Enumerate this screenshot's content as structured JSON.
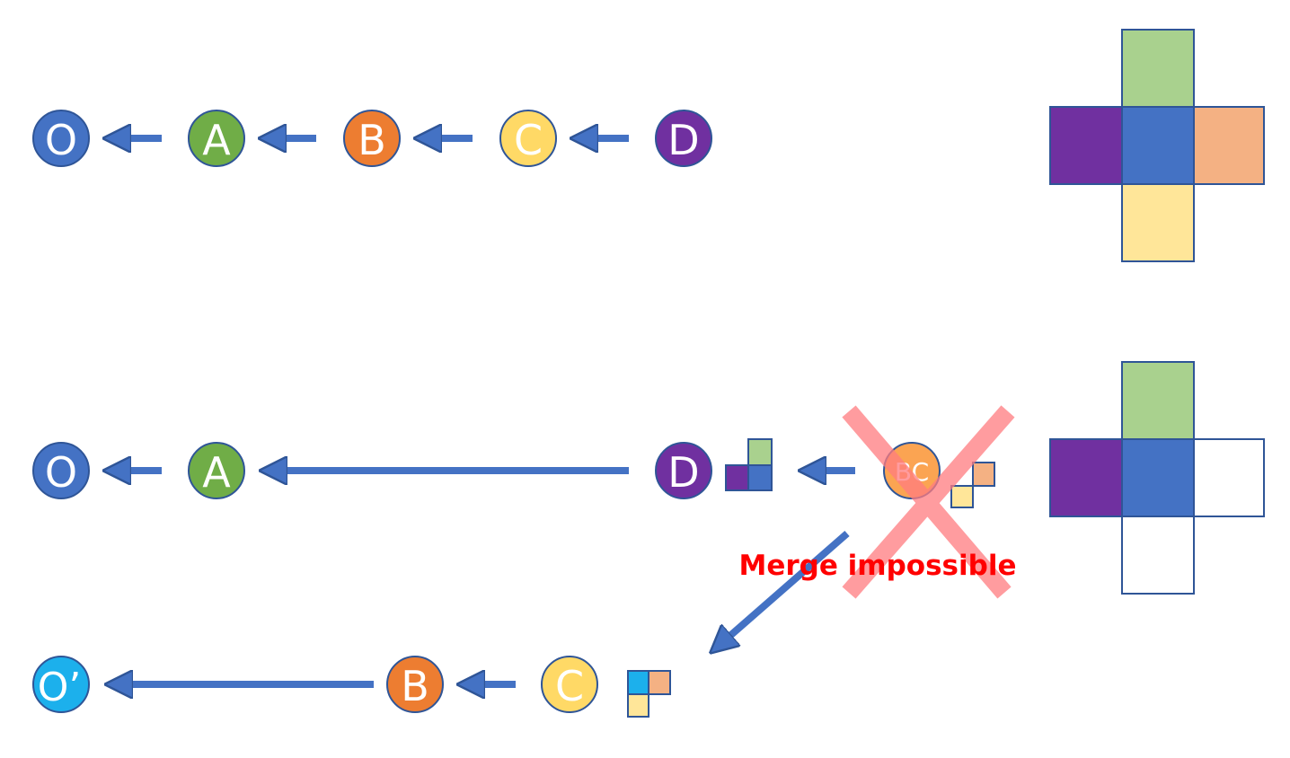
{
  "colors": {
    "blue": "#4472C4",
    "green": "#70AD47",
    "orange": "#ED7D31",
    "yellow": "#FFD966",
    "purple": "#7030A0",
    "cyan": "#1CB0EC",
    "outline": "#2F5597",
    "arrow": "#4472C4",
    "light_green": "#A9D18E",
    "light_orange": "#F4B183",
    "light_yellow": "#FFE699",
    "light_purple": "#7030A0",
    "cross": "#FF7C80",
    "warning": "#FF0000"
  },
  "nodes": {
    "row1": [
      "O",
      "A",
      "B",
      "C",
      "D"
    ],
    "row2": [
      "O",
      "A",
      "D",
      "BC"
    ],
    "row3": [
      "O’",
      "B",
      "C"
    ]
  },
  "annotation": "Merge impossible"
}
